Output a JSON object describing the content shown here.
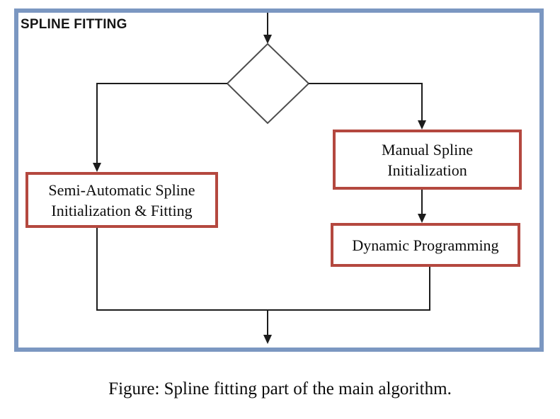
{
  "diagram": {
    "title": "SPLINE FITTING",
    "nodes": {
      "decision": {
        "shape": "diamond",
        "label": ""
      },
      "semi_auto": {
        "lines": [
          "Semi-Automatic Spline",
          "Initialization & Fitting"
        ]
      },
      "manual": {
        "lines": [
          "Manual Spline",
          "Initialization"
        ]
      },
      "dynamic_prog": {
        "lines": [
          "Dynamic Programming"
        ]
      }
    },
    "edges": [
      {
        "from": "frame-top",
        "to": "decision"
      },
      {
        "from": "decision",
        "to": "semi_auto"
      },
      {
        "from": "decision",
        "to": "manual"
      },
      {
        "from": "manual",
        "to": "dynamic_prog"
      },
      {
        "from": "semi_auto",
        "to": "merge-point"
      },
      {
        "from": "dynamic_prog",
        "to": "merge-point"
      },
      {
        "from": "merge-point",
        "to": "frame-bottom"
      }
    ],
    "colors": {
      "frame_border": "#7b97c1",
      "node_border": "#b4483f",
      "connector": "#1c1c1c",
      "diamond_stroke": "#4d4d4d"
    }
  },
  "caption": "Figure: Spline fitting part of the main algorithm."
}
